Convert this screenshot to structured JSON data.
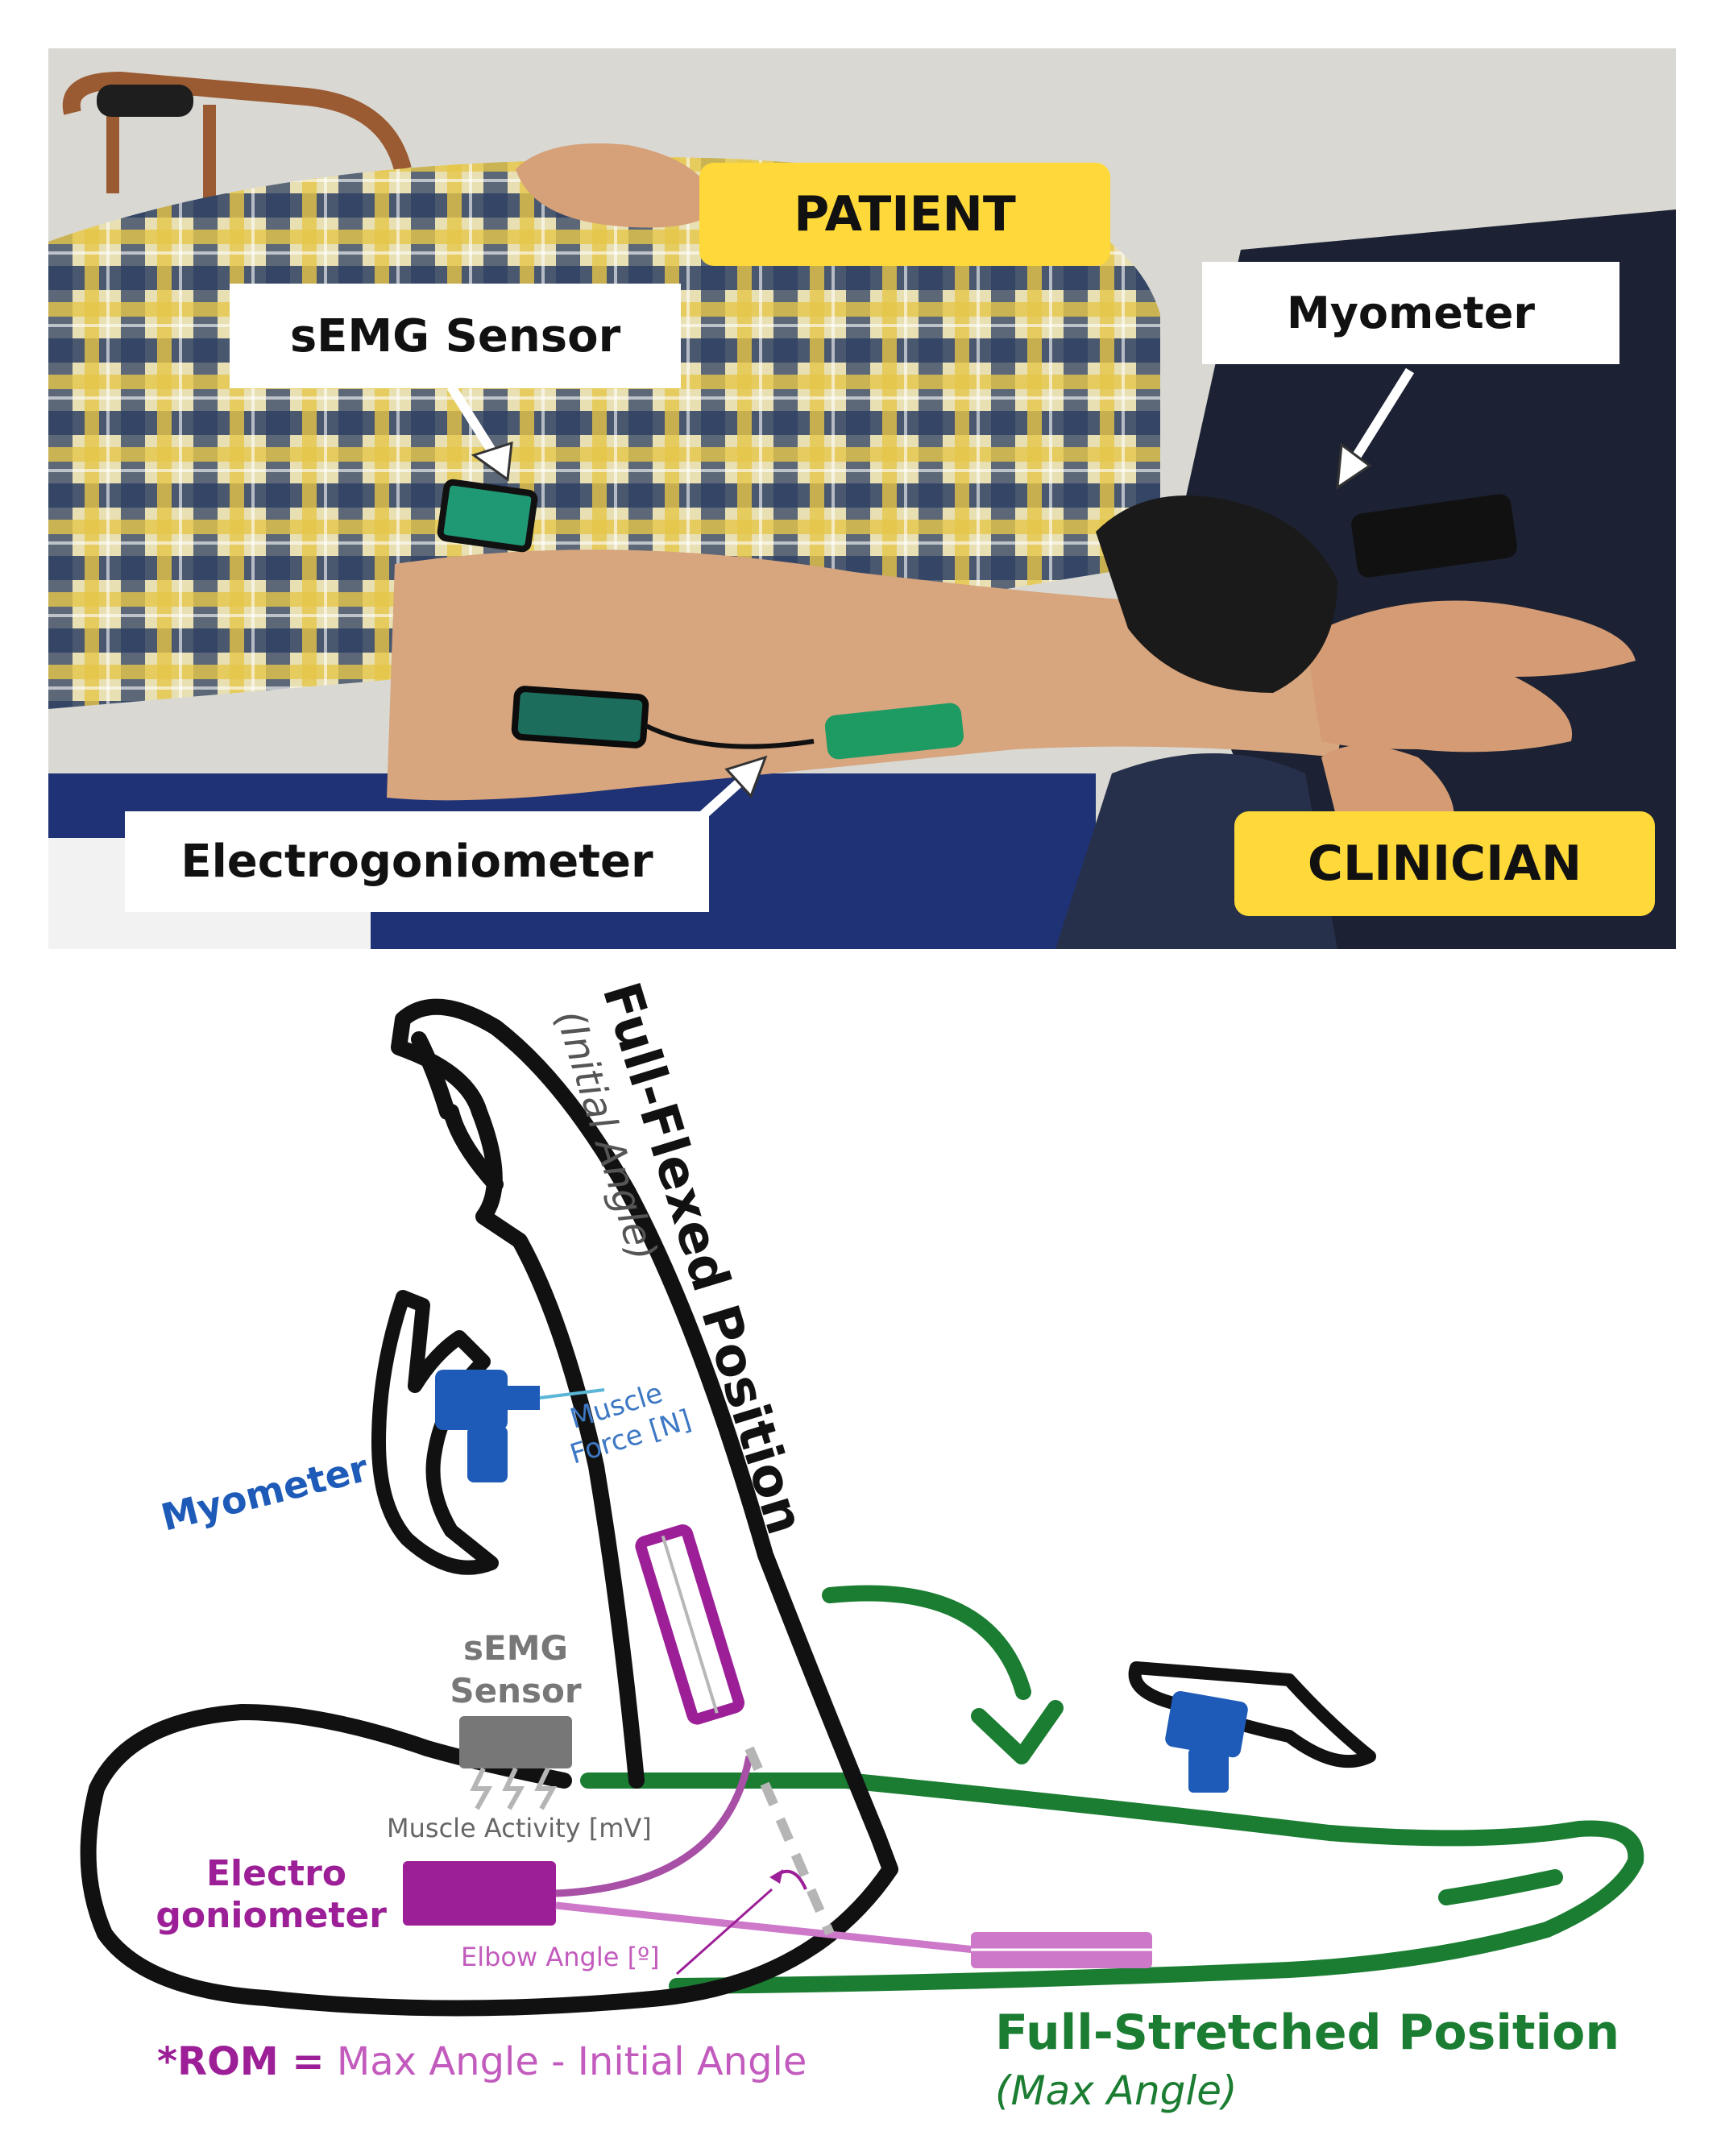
{
  "photo": {
    "labels": {
      "patient": "PATIENT",
      "semg_sensor": "sEMG Sensor",
      "myometer": "Myometer",
      "electrogoniometer": "Electrogoniometer",
      "clinician": "CLINICIAN"
    }
  },
  "diagram": {
    "full_flexed_title": "Full-Flexed Position",
    "full_flexed_sub": "(Initial Angle)",
    "myometer": "Myometer",
    "muscle_force_line1": "Muscle",
    "muscle_force_line2": "Force [N]",
    "semg_line1": "sEMG",
    "semg_line2": "Sensor",
    "muscle_activity": "Muscle Activity [mV]",
    "electro_line1": "Electro",
    "electro_line2": "goniometer",
    "elbow_angle": "Elbow Angle [º]",
    "rom_bold": "*ROM =",
    "rom_formula": " Max Angle - Initial Angle",
    "full_stretched_title": "Full-Stretched Position",
    "full_stretched_sub": "(Max Angle)"
  },
  "colors": {
    "label_yellow": "#ffd93a",
    "myometer_blue": "#1e5bb8",
    "electrogoniometer_purple": "#9c1f97",
    "stretched_green": "#1b7d32",
    "sensor_gray": "#777777",
    "outline_black": "#111111"
  }
}
